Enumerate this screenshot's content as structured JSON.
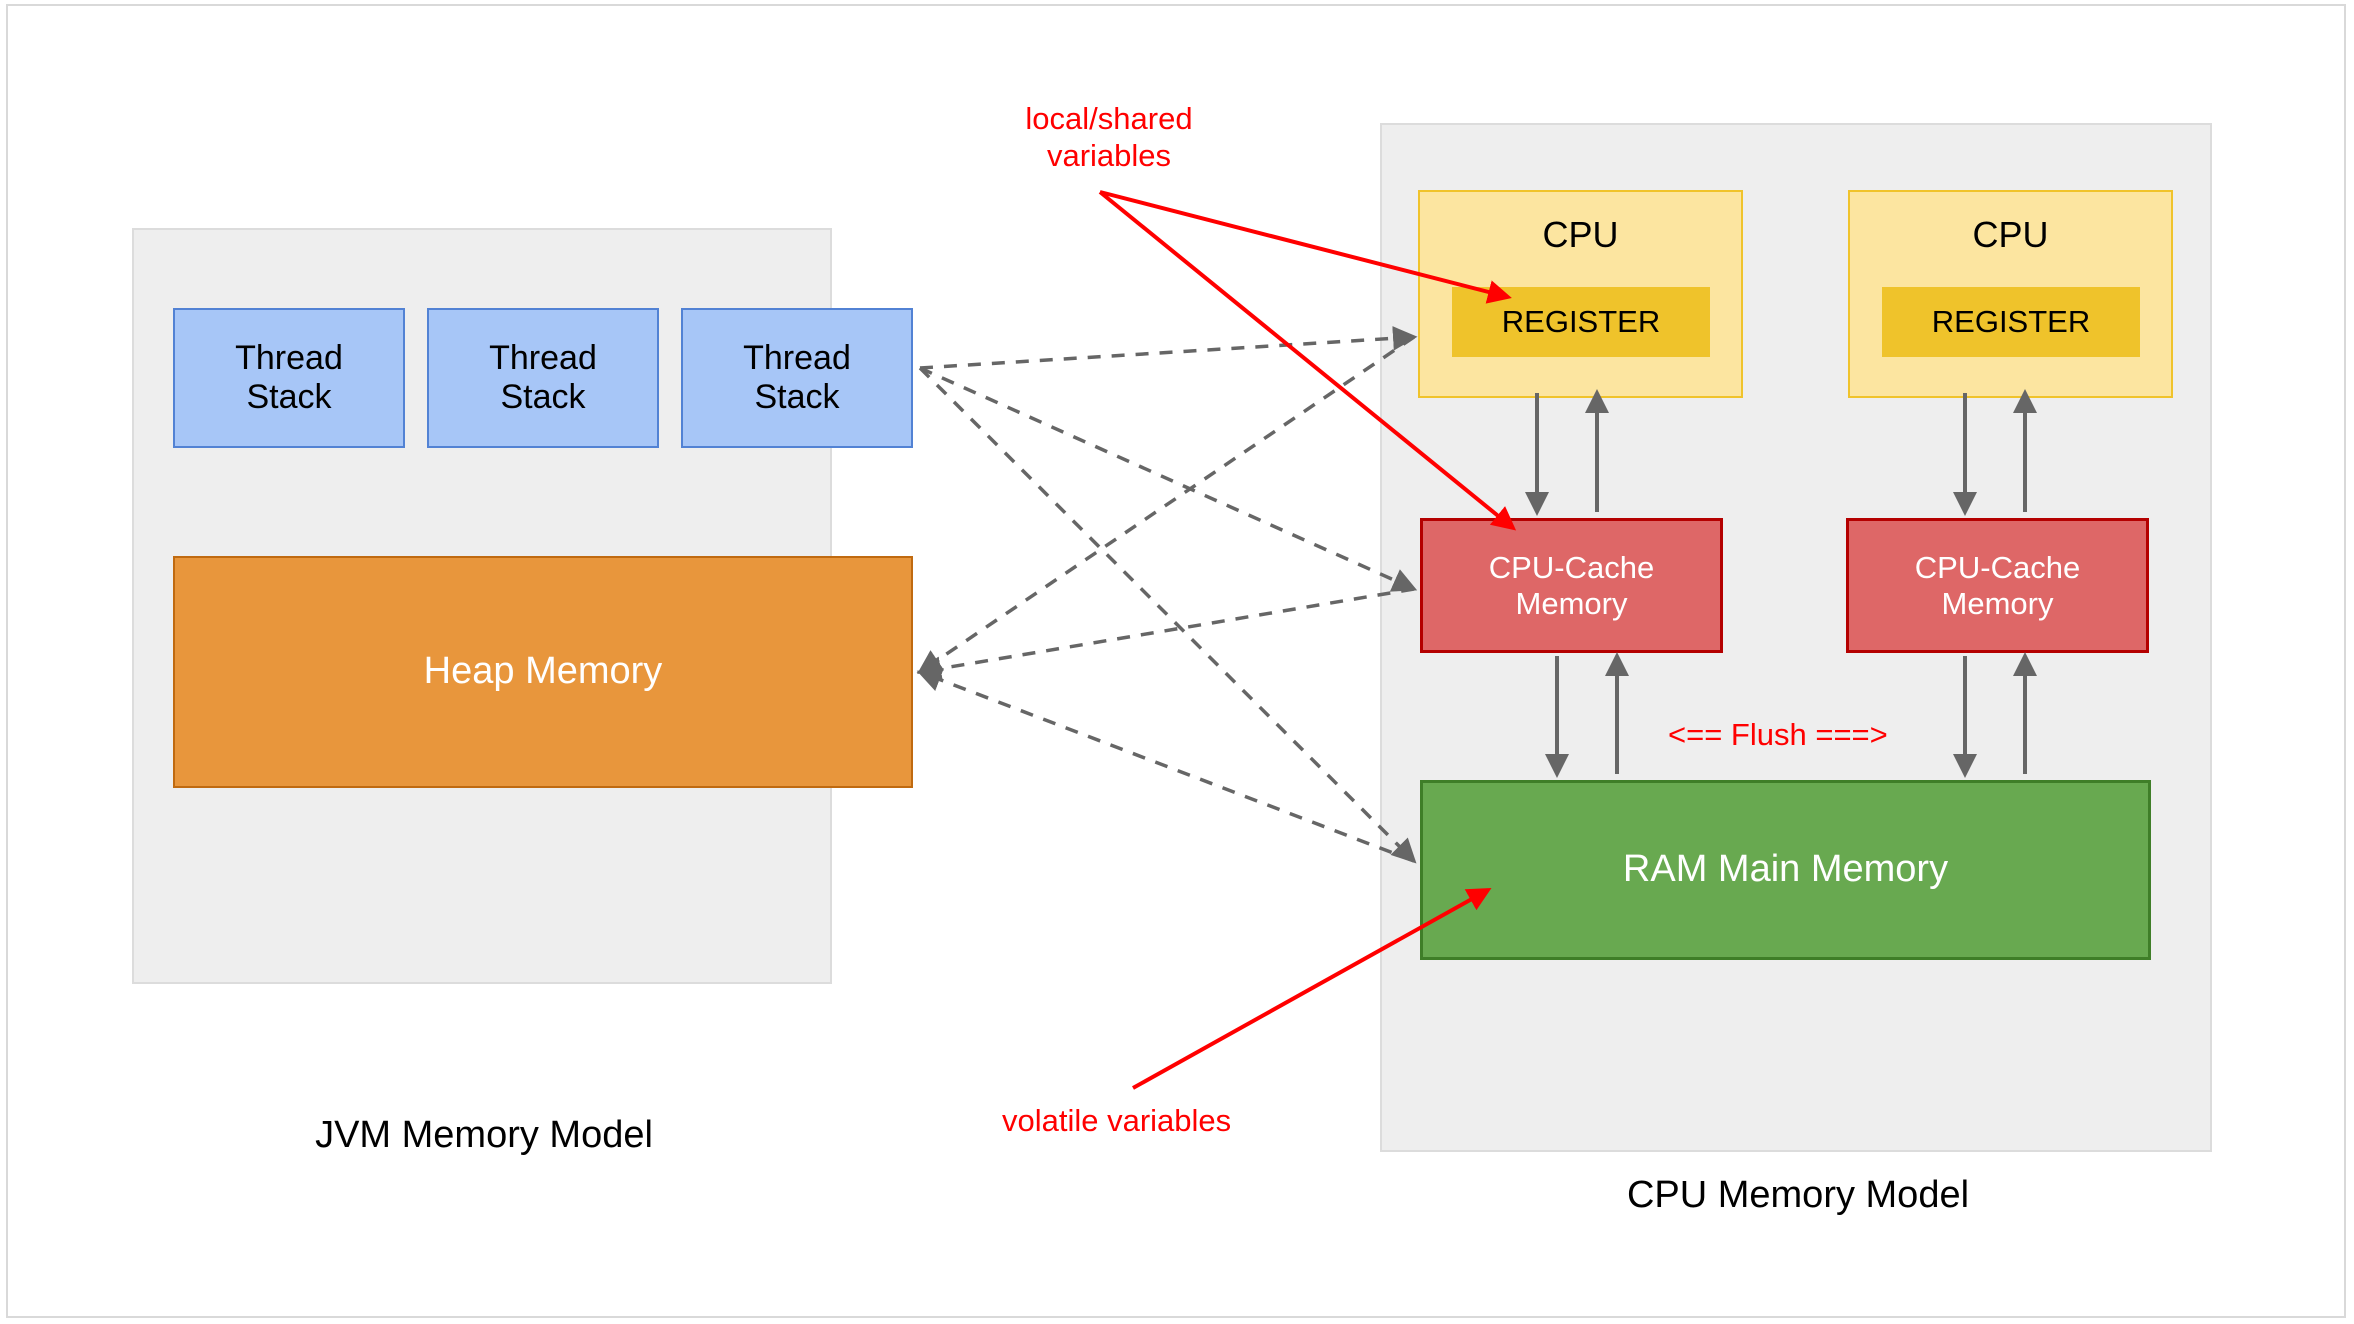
{
  "diagram": {
    "title": "JVM Memory Model and CPU Memory Model",
    "colors": {
      "canvas_background": "#ffffff",
      "panel_background": "#eeeeee",
      "panel_border": "#dcdcdc",
      "thread_stack_fill": "#A7C6F7",
      "thread_stack_border": "#5282D4",
      "heap_fill": "#E8963C",
      "heap_border": "#C06A10",
      "cpu_fill": "#FCE5A0",
      "cpu_border": "#F0C32B",
      "register_fill": "#EFC32B",
      "cache_fill": "#DE6767",
      "cache_border": "#B40000",
      "ram_fill": "#68A950",
      "ram_border": "#3F7E28",
      "annotation_red": "#FF0000",
      "connector_gray": "#666666"
    }
  },
  "jvm_panel": {
    "title": "JVM Memory Model",
    "thread_stacks": [
      {
        "label": "Thread\nStack"
      },
      {
        "label": "Thread\nStack"
      },
      {
        "label": "Thread\nStack"
      }
    ],
    "heap": {
      "label": "Heap Memory"
    }
  },
  "cpu_panel": {
    "title": "CPU Memory Model",
    "cpus": [
      {
        "label": "CPU",
        "register_label": "REGISTER",
        "cache_label": "CPU-Cache\nMemory"
      },
      {
        "label": "CPU",
        "register_label": "REGISTER",
        "cache_label": "CPU-Cache\nMemory"
      }
    ],
    "ram": {
      "label": "RAM Main Memory"
    }
  },
  "annotations": {
    "local_shared": "local/shared\nvariables",
    "volatile": "volatile variables",
    "flush": "<== Flush ===>"
  }
}
